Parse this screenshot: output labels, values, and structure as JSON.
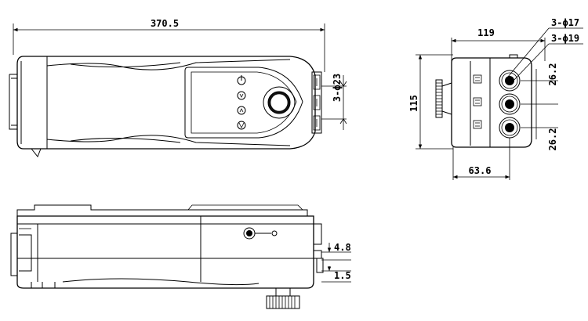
{
  "dimensions": {
    "overall_length": "370.5",
    "lamp_ports": "3-ϕ23",
    "depth": "119",
    "port_a": "3-ϕ17",
    "port_b": "3-ϕ19",
    "height": "115",
    "spacing_top": "26.2",
    "spacing_bottom": "26.2",
    "port_offset": "63.6",
    "step_upper": "4.8",
    "step_lower": "1.5"
  },
  "icons": {
    "control_panel": [
      "power-symbol-icon",
      "clockwise-arrow-icon",
      "counter-clockwise-arrow-icon",
      "lamp-symbol-icon"
    ],
    "side_view": [
      "key-switch-icon"
    ]
  }
}
